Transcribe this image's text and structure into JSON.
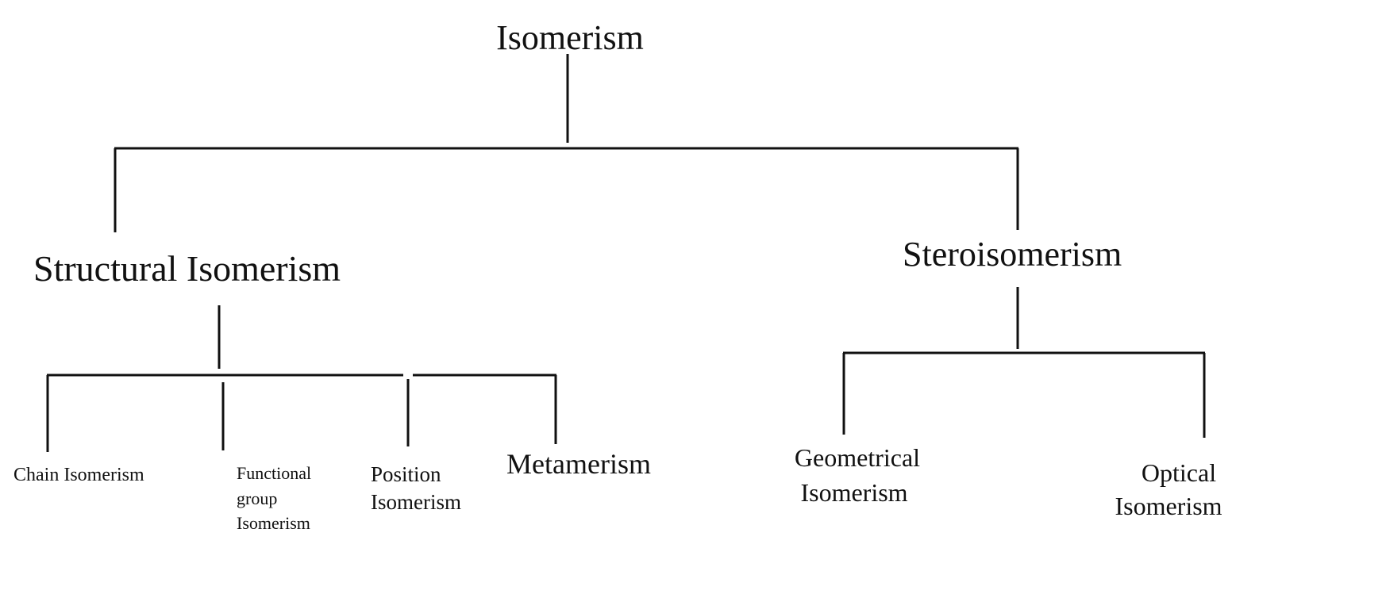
{
  "root": {
    "label": "Isomerism"
  },
  "branches": [
    {
      "label": "Structural Isomerism",
      "children": [
        {
          "lines": [
            "Chain Isomerism"
          ]
        },
        {
          "lines": [
            "Functional",
            "group",
            "Isomerism"
          ]
        },
        {
          "lines": [
            "Position",
            "Isomerism"
          ]
        },
        {
          "lines": [
            "Metamerism"
          ]
        }
      ]
    },
    {
      "label": "Steroisomerism",
      "children": [
        {
          "lines": [
            "Geometrical",
            "Isomerism"
          ]
        },
        {
          "lines": [
            "Optical",
            "Isomerism"
          ]
        }
      ]
    }
  ]
}
